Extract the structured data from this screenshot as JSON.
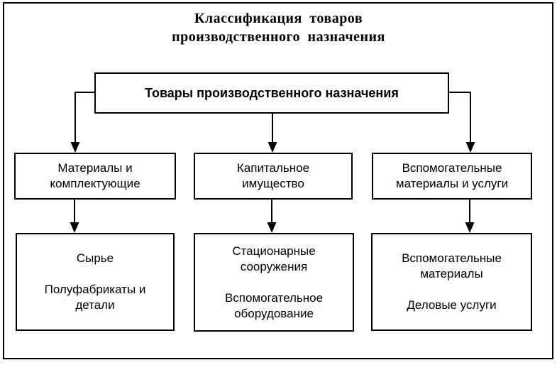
{
  "diagram": {
    "title_lines": [
      "Классификация товаров",
      "производственного назначения"
    ],
    "root": {
      "label": "Товары производственного назначения"
    },
    "branches": {
      "materials": {
        "lines": [
          "Материалы и",
          "комплектующие"
        ]
      },
      "capital": {
        "lines": [
          "Капитальное",
          "имущество"
        ]
      },
      "auxiliary": {
        "lines": [
          "Вспомогательные",
          "материалы и услуги"
        ]
      }
    },
    "leaves": {
      "materials": {
        "lines": [
          "Сырье",
          "",
          "Полуфабрикаты и",
          "детали"
        ]
      },
      "capital": {
        "lines": [
          "Стационарные",
          "сооружения",
          "",
          "Вспомогательное",
          "оборудование"
        ]
      },
      "auxiliary": {
        "lines": [
          "Вспомогательные",
          "материалы",
          "",
          "Деловые услуги"
        ]
      }
    }
  }
}
